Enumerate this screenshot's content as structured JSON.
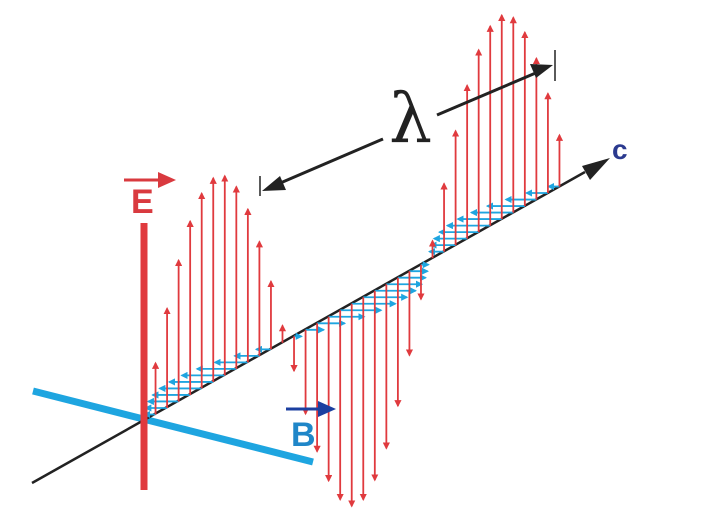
{
  "labels": {
    "electric_field": "E",
    "magnetic_field": "B",
    "wave_speed": "c",
    "wavelength": "λ"
  },
  "colors": {
    "electric": "#e03a3e",
    "magnetic": "#1ea5e0",
    "propagation_axis": "#222222",
    "wavelength_marker": "#222222",
    "label_e": "#d93a3f",
    "label_b": "#1f86c8",
    "label_c": "#2b3a8f",
    "arrow_e": "#d93a3f",
    "arrow_b": "#1b3fa0"
  },
  "wave": {
    "wavelengths_shown": 1.5,
    "e_vector_count": 37,
    "b_vector_count": 37
  }
}
